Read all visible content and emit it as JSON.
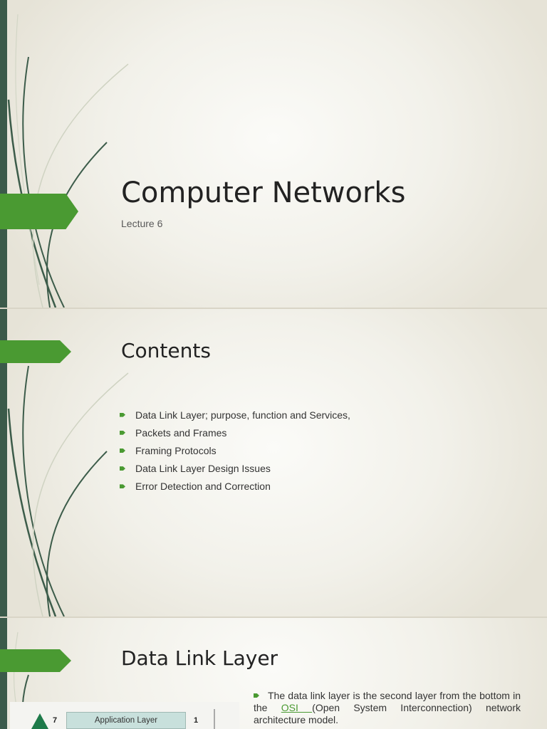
{
  "slides": [
    {
      "title": "Computer Networks",
      "subtitle": "Lecture 6"
    },
    {
      "title": "Contents",
      "bullets": [
        "Data Link Layer; purpose, function and Services,",
        "Packets and Frames",
        "Framing Protocols",
        "Data Link Layer Design Issues",
        "Error Detection and Correction"
      ]
    },
    {
      "title": "Data Link Layer",
      "body_before_link": "The data link layer is the second layer from the bottom in the ",
      "body_link": "OSI ",
      "body_after_link": "(Open System Interconnection) network architecture model.",
      "osi_figure": {
        "left_number": "7",
        "box_label": "Application Layer",
        "right_number": "1"
      }
    }
  ],
  "colors": {
    "accent_green": "#4a9a32",
    "dark_bar": "#3b5a4a"
  }
}
